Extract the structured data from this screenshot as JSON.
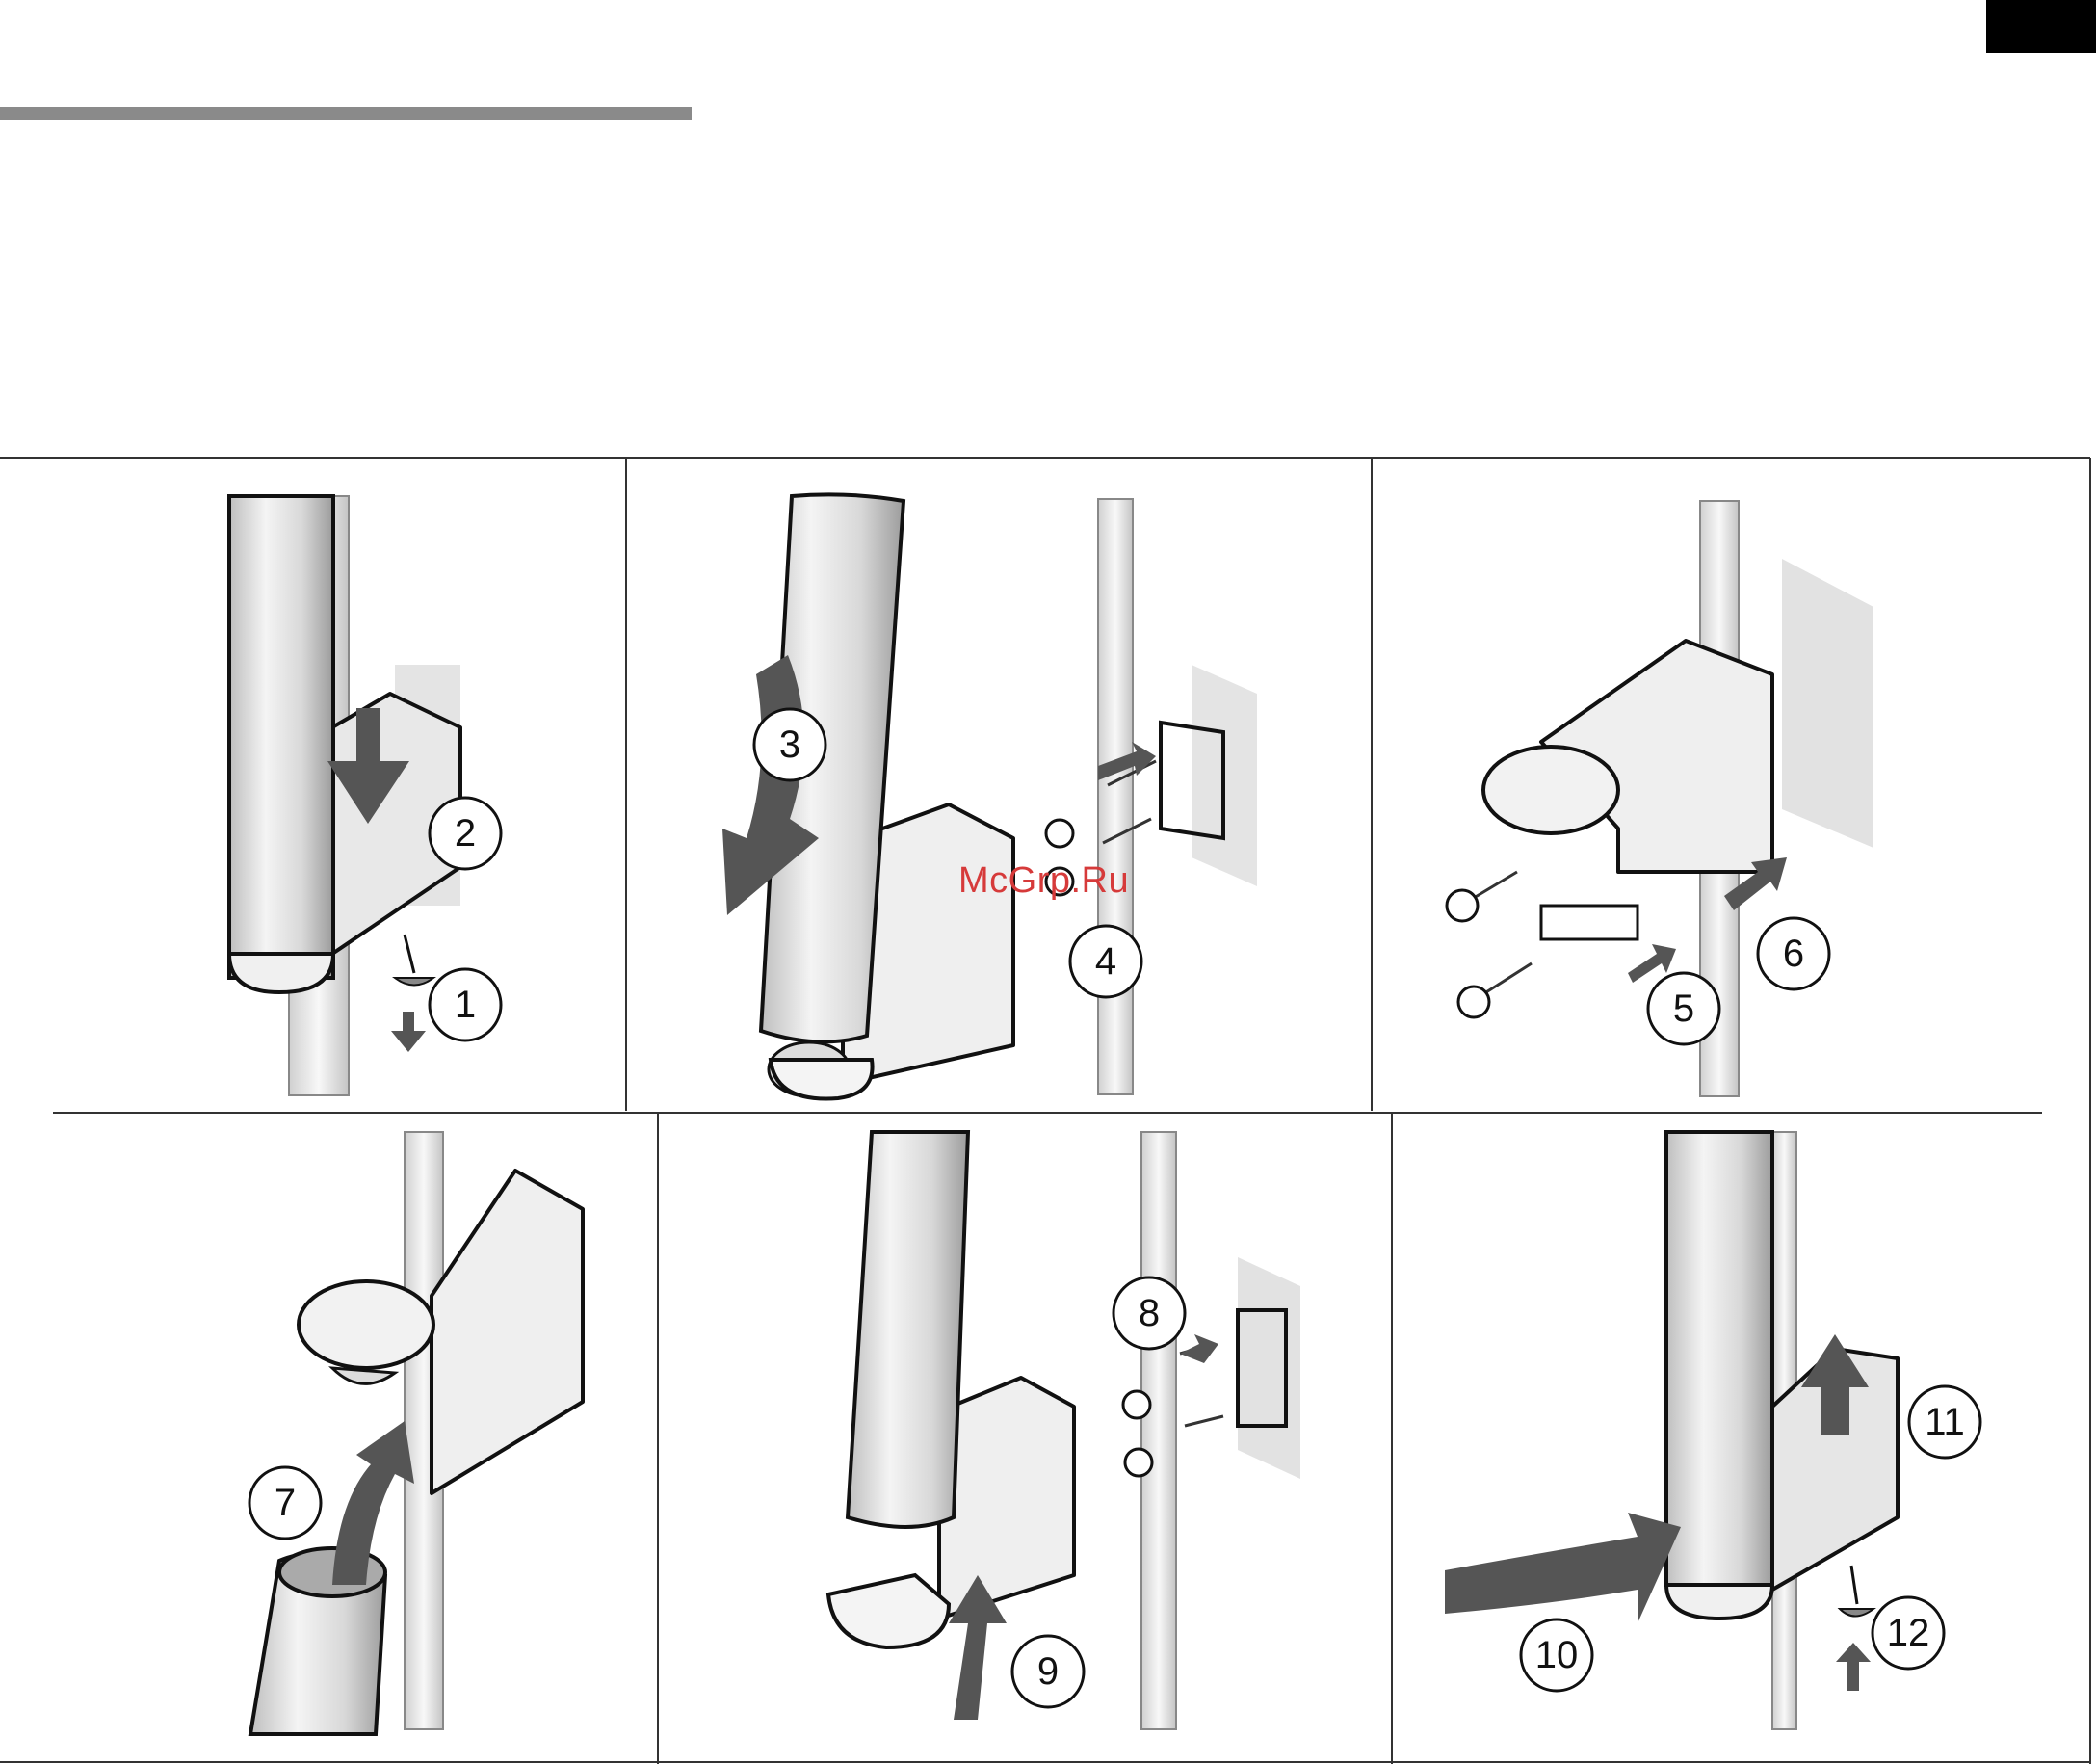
{
  "watermark": "McGrp.Ru",
  "steps": [
    "1",
    "2",
    "3",
    "4",
    "5",
    "6",
    "7",
    "8",
    "9",
    "10",
    "11",
    "12"
  ],
  "colors": {
    "arrow": "#555555",
    "outline": "#111111",
    "body": "#e6e6e6",
    "rule": "#8a8a8a"
  }
}
